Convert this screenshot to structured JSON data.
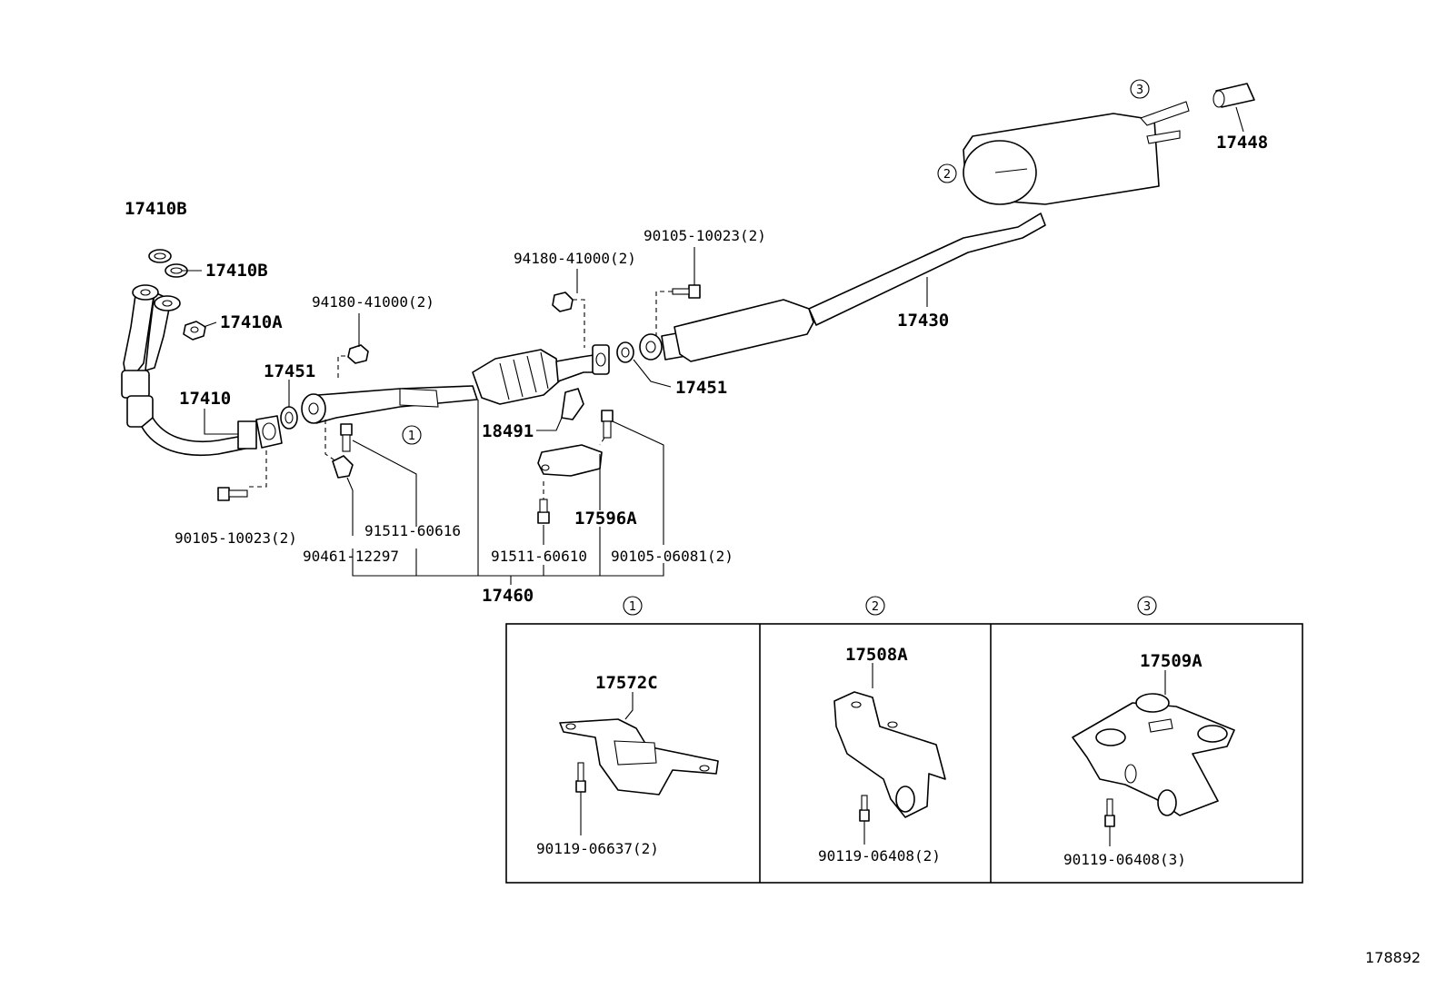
{
  "labels": {
    "p17410B_top": "17410B",
    "p17410B_mid": "17410B",
    "p17410A": "17410A",
    "p17410": "17410",
    "p17451_left": "17451",
    "p17451_right": "17451",
    "p94180_left": "94180-41000(2)",
    "p94180_right": "94180-41000(2)",
    "p90105_top": "90105-10023(2)",
    "p90105_bottom": "90105-10023(2)",
    "p17430": "17430",
    "p17448": "17448",
    "p18491": "18491",
    "p17596A": "17596A",
    "p91511_60616": "91511-60616",
    "p90461": "90461-12297",
    "p91511_60610": "91511-60610",
    "p90105_06081": "90105-06081(2)",
    "p17460": "17460",
    "p17572C": "17572C",
    "p90119_06637": "90119-06637(2)",
    "p17508A": "17508A",
    "p90119_06408_2": "90119-06408(2)",
    "p17509A": "17509A",
    "p90119_06408_3": "90119-06408(3)",
    "figure_number": "178892"
  },
  "callouts": {
    "c1": "1",
    "c2": "2",
    "c3": "3",
    "box1": "1",
    "box2": "2",
    "box3": "3"
  }
}
